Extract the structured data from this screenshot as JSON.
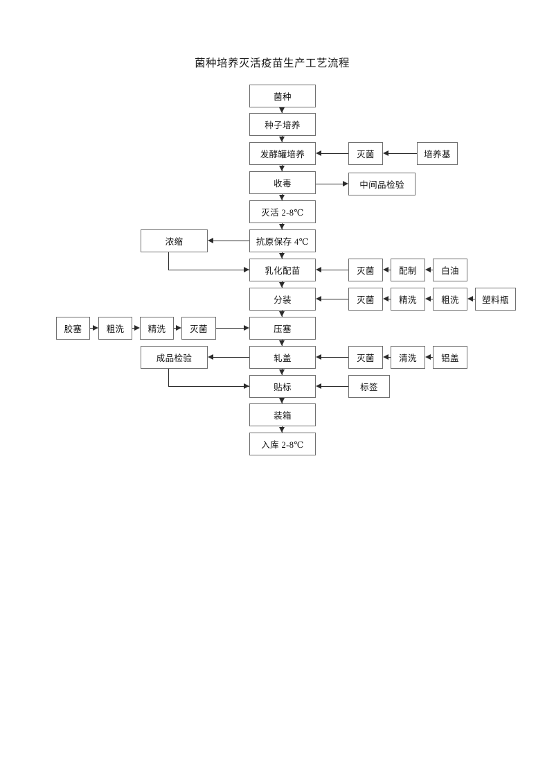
{
  "title": "菌种培养灭活疫苗生产工艺流程",
  "diagram": {
    "type": "flowchart",
    "orientation": "top-to-bottom",
    "main_column": [
      {
        "id": "strain",
        "label": "菌种"
      },
      {
        "id": "seed-culture",
        "label": "种子培养"
      },
      {
        "id": "fermenter",
        "label": "发酵罐培养"
      },
      {
        "id": "harvest",
        "label": "收毒"
      },
      {
        "id": "inactivation",
        "label": "灭活 2-8℃"
      },
      {
        "id": "antigen-store",
        "label": "抗原保存  4℃"
      },
      {
        "id": "emulsify",
        "label": "乳化配苗"
      },
      {
        "id": "filling",
        "label": "分装"
      },
      {
        "id": "stoppering",
        "label": "压塞"
      },
      {
        "id": "capping",
        "label": "轧盖"
      },
      {
        "id": "labeling",
        "label": "贴标"
      },
      {
        "id": "boxing",
        "label": "装箱"
      },
      {
        "id": "storage",
        "label": "入库 2-8℃"
      }
    ],
    "side_nodes": [
      {
        "id": "sterilize-medium",
        "label": "灭菌"
      },
      {
        "id": "culture-medium",
        "label": "培养基"
      },
      {
        "id": "intermediate-test",
        "label": "中间品检验"
      },
      {
        "id": "concentrate",
        "label": "浓缩"
      },
      {
        "id": "sterilize-oil",
        "label": "灭菌"
      },
      {
        "id": "formulate",
        "label": "配制"
      },
      {
        "id": "white-oil",
        "label": "白油"
      },
      {
        "id": "sterilize-bottle",
        "label": "灭菌"
      },
      {
        "id": "fine-wash-bottle",
        "label": "精洗"
      },
      {
        "id": "rough-wash-bottle",
        "label": "粗洗"
      },
      {
        "id": "plastic-bottle",
        "label": "塑料瓶"
      },
      {
        "id": "rubber-stopper",
        "label": "胶塞"
      },
      {
        "id": "rough-wash-stop",
        "label": "粗洗"
      },
      {
        "id": "fine-wash-stop",
        "label": "精洗"
      },
      {
        "id": "sterilize-stop",
        "label": "灭菌"
      },
      {
        "id": "finished-test",
        "label": "成品检验"
      },
      {
        "id": "sterilize-cap",
        "label": "灭菌"
      },
      {
        "id": "wash-cap",
        "label": "清洗"
      },
      {
        "id": "aluminum-cap",
        "label": "铝盖"
      },
      {
        "id": "label-material",
        "label": "标签"
      }
    ],
    "edges": [
      {
        "from": "strain",
        "to": "seed-culture",
        "dir": "down"
      },
      {
        "from": "seed-culture",
        "to": "fermenter",
        "dir": "down"
      },
      {
        "from": "fermenter",
        "to": "harvest",
        "dir": "down"
      },
      {
        "from": "harvest",
        "to": "inactivation",
        "dir": "down"
      },
      {
        "from": "inactivation",
        "to": "antigen-store",
        "dir": "down"
      },
      {
        "from": "antigen-store",
        "to": "emulsify",
        "dir": "down"
      },
      {
        "from": "emulsify",
        "to": "filling",
        "dir": "down"
      },
      {
        "from": "filling",
        "to": "stoppering",
        "dir": "down"
      },
      {
        "from": "stoppering",
        "to": "capping",
        "dir": "down"
      },
      {
        "from": "capping",
        "to": "labeling",
        "dir": "down"
      },
      {
        "from": "labeling",
        "to": "boxing",
        "dir": "down"
      },
      {
        "from": "boxing",
        "to": "storage",
        "dir": "down"
      },
      {
        "from": "culture-medium",
        "to": "sterilize-medium",
        "dir": "left"
      },
      {
        "from": "sterilize-medium",
        "to": "fermenter",
        "dir": "left"
      },
      {
        "from": "harvest",
        "to": "intermediate-test",
        "dir": "right"
      },
      {
        "from": "antigen-store",
        "to": "concentrate",
        "dir": "left"
      },
      {
        "from": "concentrate",
        "to": "emulsify",
        "dir": "right"
      },
      {
        "from": "white-oil",
        "to": "formulate",
        "dir": "left"
      },
      {
        "from": "formulate",
        "to": "sterilize-oil",
        "dir": "left"
      },
      {
        "from": "sterilize-oil",
        "to": "emulsify",
        "dir": "left"
      },
      {
        "from": "plastic-bottle",
        "to": "rough-wash-bottle",
        "dir": "left"
      },
      {
        "from": "rough-wash-bottle",
        "to": "fine-wash-bottle",
        "dir": "left"
      },
      {
        "from": "fine-wash-bottle",
        "to": "sterilize-bottle",
        "dir": "left"
      },
      {
        "from": "sterilize-bottle",
        "to": "filling",
        "dir": "left"
      },
      {
        "from": "rubber-stopper",
        "to": "rough-wash-stop",
        "dir": "right"
      },
      {
        "from": "rough-wash-stop",
        "to": "fine-wash-stop",
        "dir": "right"
      },
      {
        "from": "fine-wash-stop",
        "to": "sterilize-stop",
        "dir": "right"
      },
      {
        "from": "sterilize-stop",
        "to": "stoppering",
        "dir": "right"
      },
      {
        "from": "aluminum-cap",
        "to": "wash-cap",
        "dir": "left"
      },
      {
        "from": "wash-cap",
        "to": "sterilize-cap",
        "dir": "left"
      },
      {
        "from": "sterilize-cap",
        "to": "capping",
        "dir": "left"
      },
      {
        "from": "capping",
        "to": "finished-test",
        "dir": "left"
      },
      {
        "from": "finished-test",
        "to": "labeling",
        "dir": "right"
      },
      {
        "from": "label-material",
        "to": "labeling",
        "dir": "left"
      }
    ]
  }
}
